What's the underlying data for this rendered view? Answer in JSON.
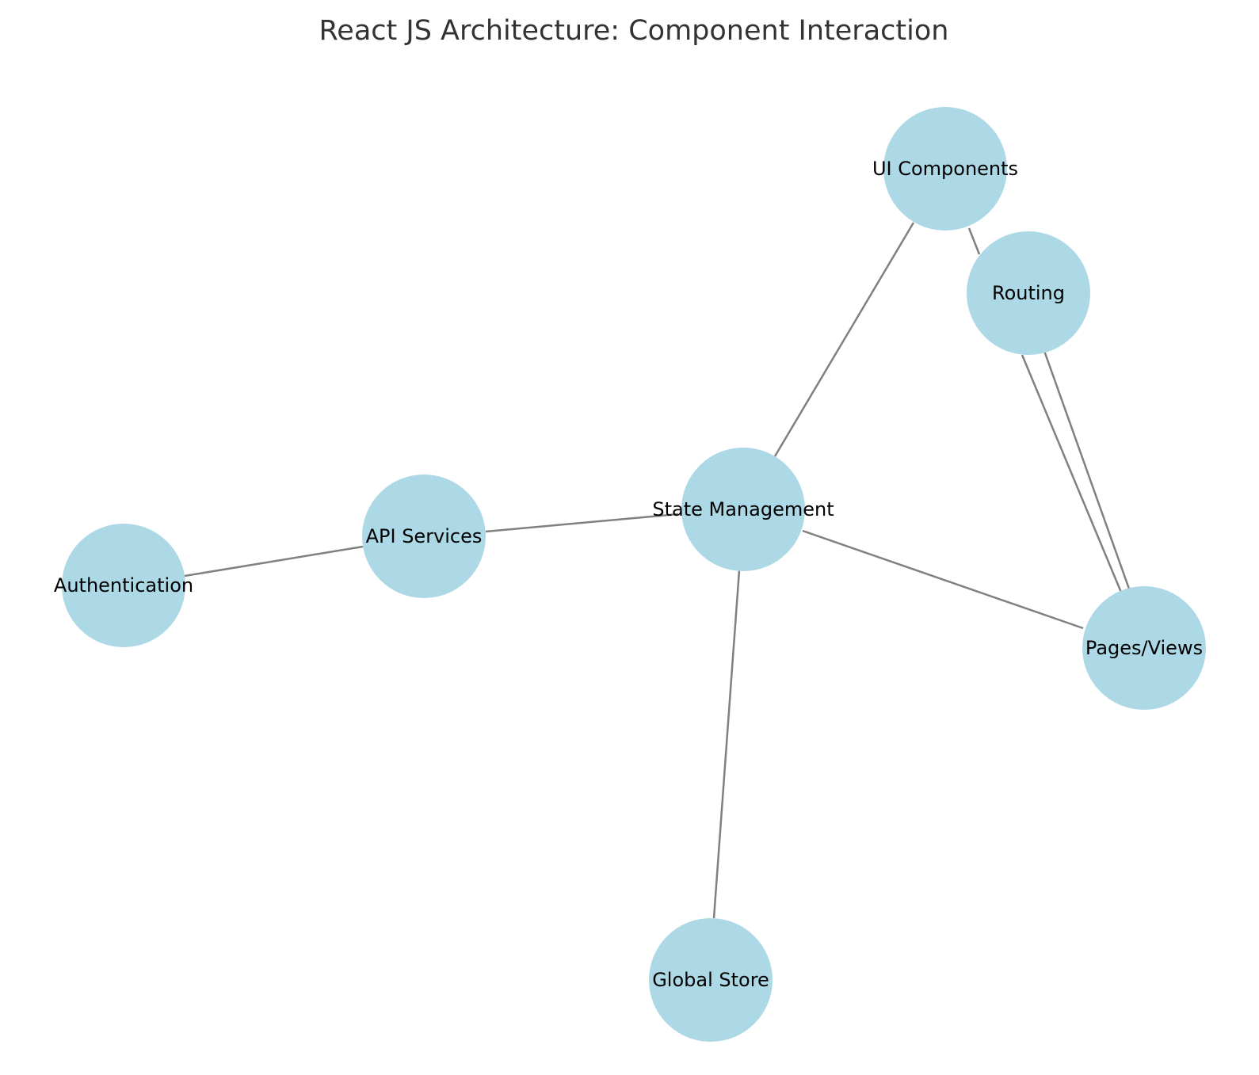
{
  "title": "React JS Architecture: Component Interaction",
  "colors": {
    "node_fill": "#add8e6",
    "edge": "#808080",
    "label": "#000000",
    "title": "#333333"
  },
  "nodes": [
    {
      "id": "ui-components",
      "label": "UI Components"
    },
    {
      "id": "routing",
      "label": "Routing"
    },
    {
      "id": "state-management",
      "label": "State Management"
    },
    {
      "id": "api-services",
      "label": "API Services"
    },
    {
      "id": "authentication",
      "label": "Authentication"
    },
    {
      "id": "pages-views",
      "label": "Pages/Views"
    },
    {
      "id": "global-store",
      "label": "Global Store"
    }
  ],
  "edges": [
    {
      "from": "ui-components",
      "to": "routing"
    },
    {
      "from": "ui-components",
      "to": "state-management"
    },
    {
      "from": "routing",
      "to": "pages-views"
    },
    {
      "from": "routing",
      "to": "pages-views"
    },
    {
      "from": "state-management",
      "to": "api-services"
    },
    {
      "from": "state-management",
      "to": "pages-views"
    },
    {
      "from": "state-management",
      "to": "global-store"
    },
    {
      "from": "api-services",
      "to": "authentication"
    }
  ]
}
